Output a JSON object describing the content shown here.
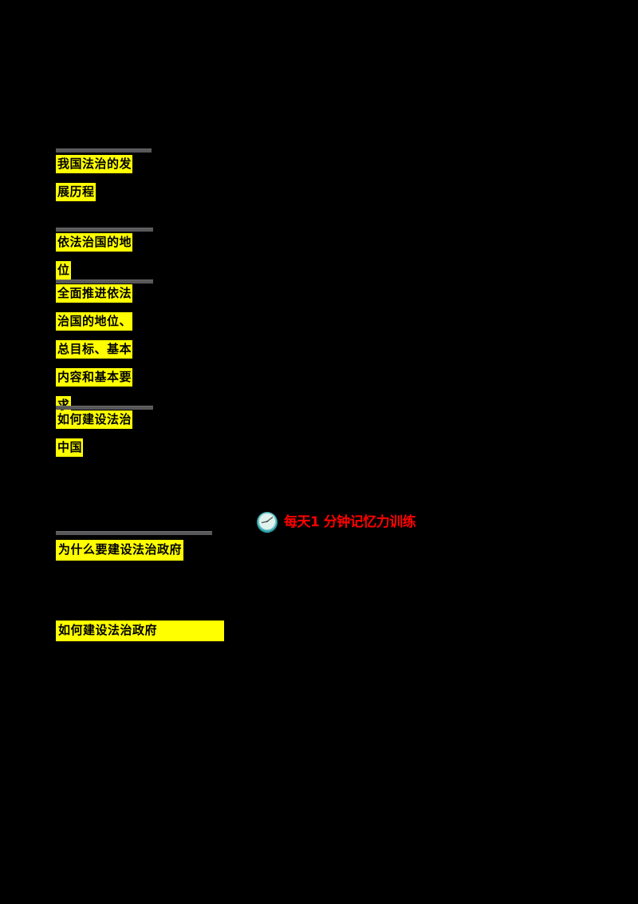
{
  "page": {
    "background_color": "#000000",
    "highlight_color": "#ffff00",
    "highlight_text_color": "#000000",
    "rule_color": "#58585a",
    "accent_red": "#ff0000",
    "clock_rim_color": "#2aa0a8",
    "clock_face_color": "#d9f0ea"
  },
  "sections": [
    {
      "id": "section-1",
      "lines": [
        "我国法治的发",
        "展历程"
      ]
    },
    {
      "id": "section-2",
      "lines": [
        "依法治国的地",
        "位"
      ]
    },
    {
      "id": "section-3",
      "lines": [
        "全面推进依法",
        "治国的地位、",
        "总目标、基本",
        "内容和基本要",
        "求"
      ]
    },
    {
      "id": "section-4",
      "lines": [
        "如何建设法治",
        "中国"
      ]
    }
  ],
  "wide_highlights": [
    {
      "id": "why-build",
      "text": "为什么要建设法治政府"
    },
    {
      "id": "how-build",
      "text": "如何建设法治政府"
    }
  ],
  "note": {
    "icon": "clock-icon",
    "text": "每天1 分钟记忆力训练"
  }
}
